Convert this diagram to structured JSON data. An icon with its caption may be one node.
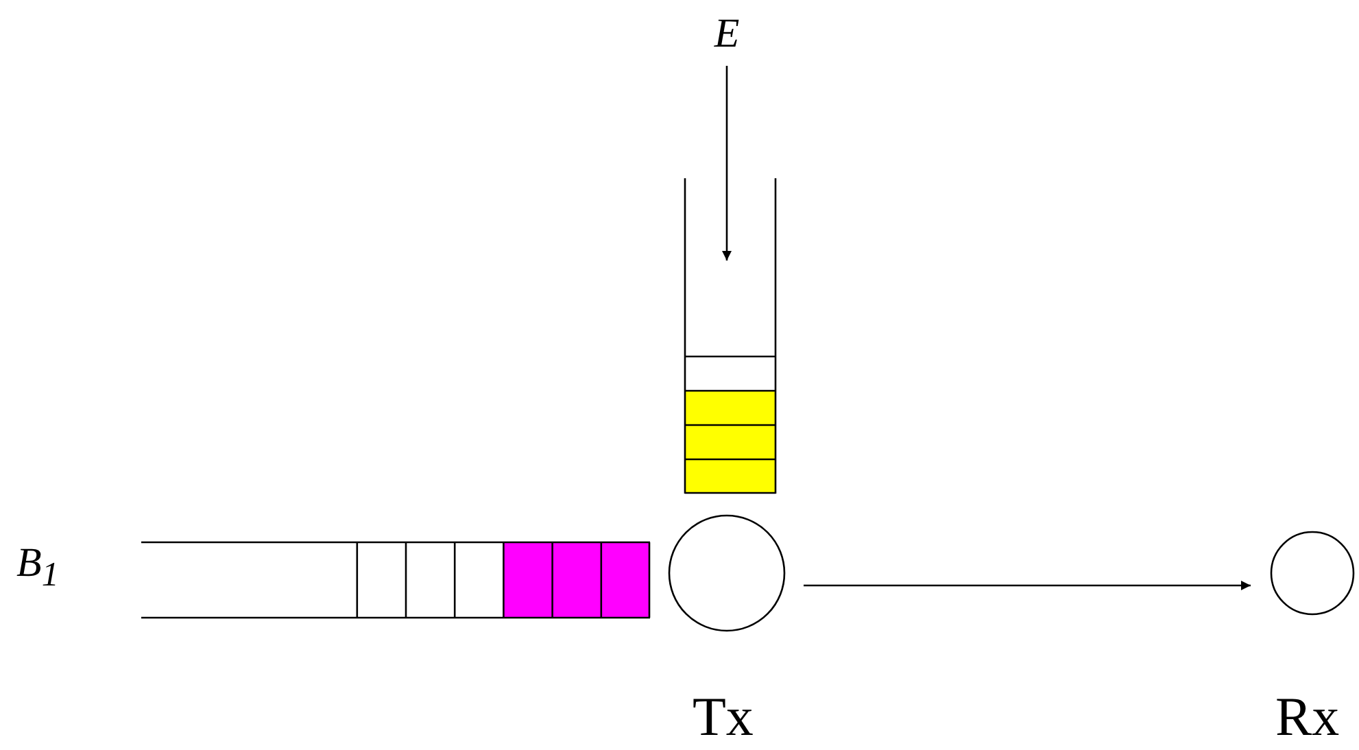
{
  "diagram": {
    "nodes": [
      {
        "text": [
          "E"
        ]
      },
      {
        "text": [],
        "shape": "box"
      },
      {
        "text": [],
        "shape": "circle",
        "beside": [
          "Tx"
        ]
      },
      {
        "text": [],
        "shape": "circle",
        "beside": [
          "Rx"
        ]
      },
      {
        "text": [],
        "shape": "box",
        "beside": [
          "B$_{1}$"
        ]
      }
    ],
    "edges": [
      {
        "from": 0,
        "to": 1,
        "arrow": "to"
      },
      {
        "from": 2,
        "to": 3,
        "arrow": "to"
      }
    ]
  }
}
